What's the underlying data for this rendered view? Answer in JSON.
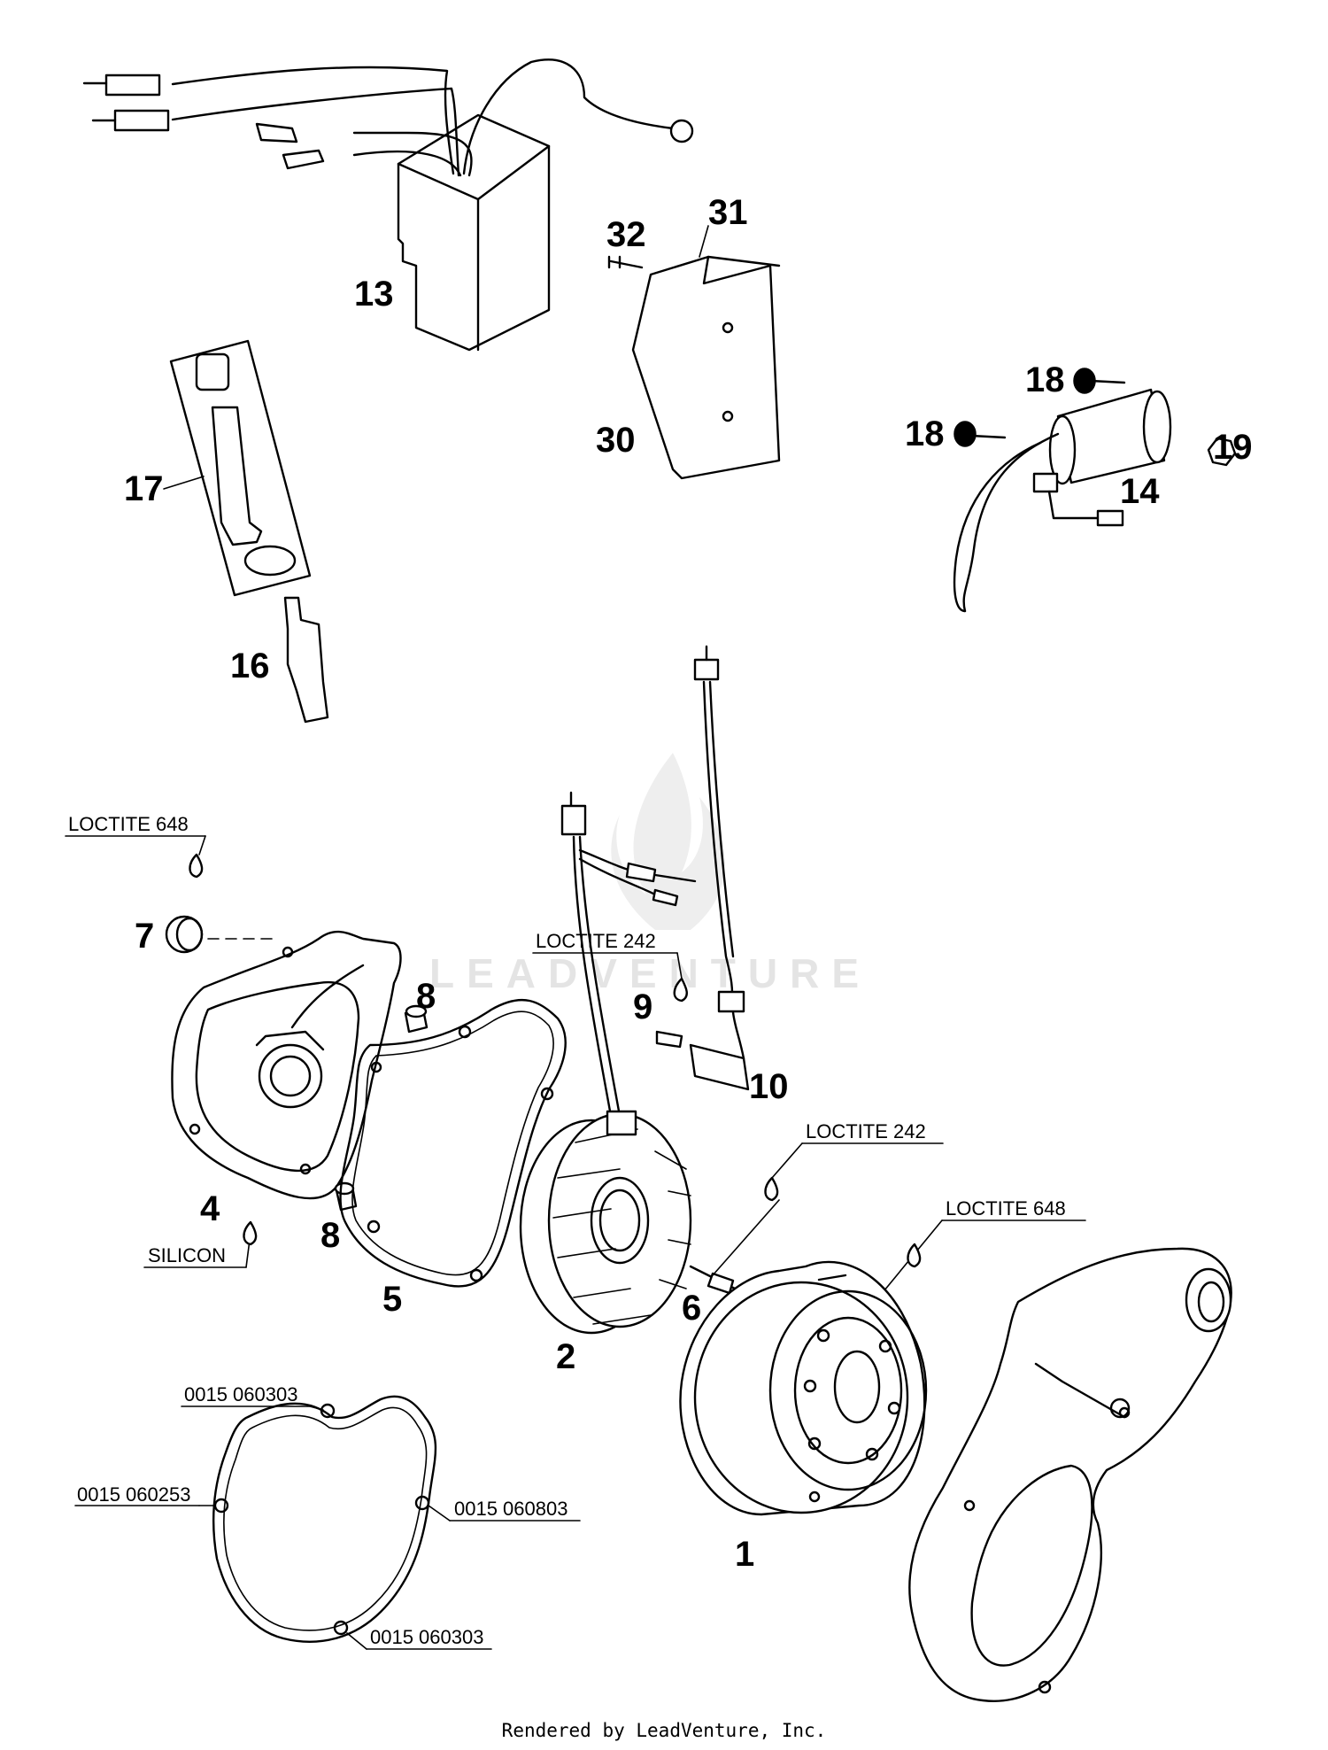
{
  "watermark": "LEADVENTURE",
  "footer": "Rendered by LeadVenture, Inc.",
  "callouts": {
    "p1": "1",
    "p2": "2",
    "p4": "4",
    "p5": "5",
    "p6": "6",
    "p7": "7",
    "p8a": "8",
    "p8b": "8",
    "p9": "9",
    "p10": "10",
    "p13": "13",
    "p14": "14",
    "p16": "16",
    "p17": "17",
    "p18a": "18",
    "p18b": "18",
    "p19": "19",
    "p30": "30",
    "p31": "31",
    "p32": "32"
  },
  "notes": {
    "loctite648_top": "LOCTITE 648",
    "loctite242_mid": "LOCTITE 242",
    "loctite242_right": "LOCTITE 242",
    "loctite648_right": "LOCTITE 648",
    "silicon": "SILICON",
    "gasket_top": "0015 060303",
    "gasket_left": "0015 060253",
    "gasket_right": "0015 060803",
    "gasket_bottom": "0015 060303"
  }
}
